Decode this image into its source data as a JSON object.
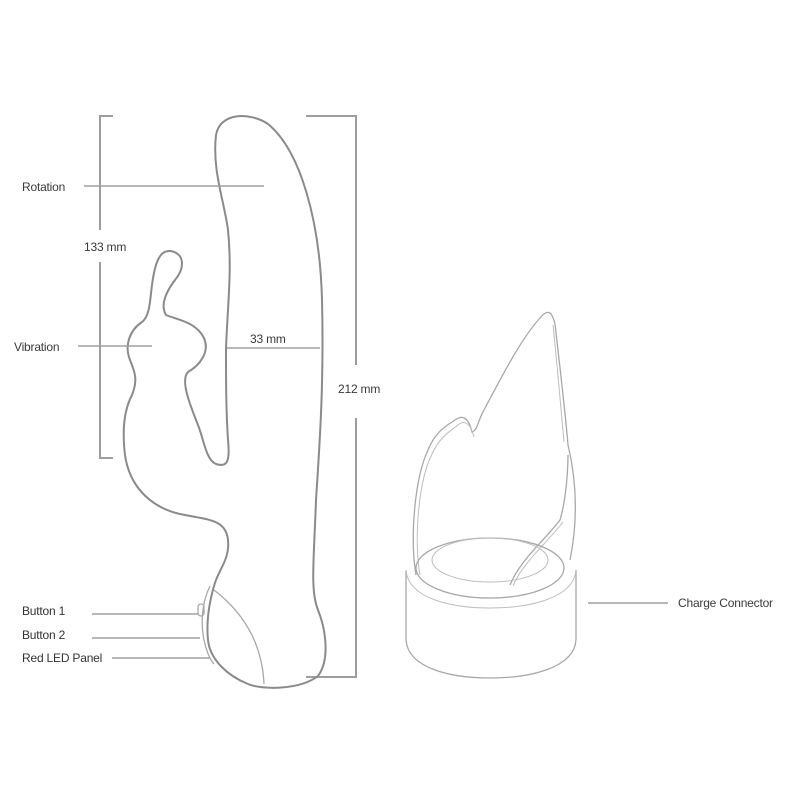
{
  "diagram": {
    "labels": {
      "rotation": "Rotation",
      "vibration": "Vibration",
      "button1": "Button 1",
      "button2": "Button 2",
      "red_led_panel": "Red LED Panel",
      "charge_connector": "Charge Connector"
    },
    "dimensions": {
      "insertable_length": "133 mm",
      "width": "33 mm",
      "total_length": "212 mm"
    },
    "colors": {
      "outline": "#8a8a8a",
      "leader_line": "#a0a0a0",
      "text": "#3a3a3a",
      "background": "#ffffff"
    }
  }
}
